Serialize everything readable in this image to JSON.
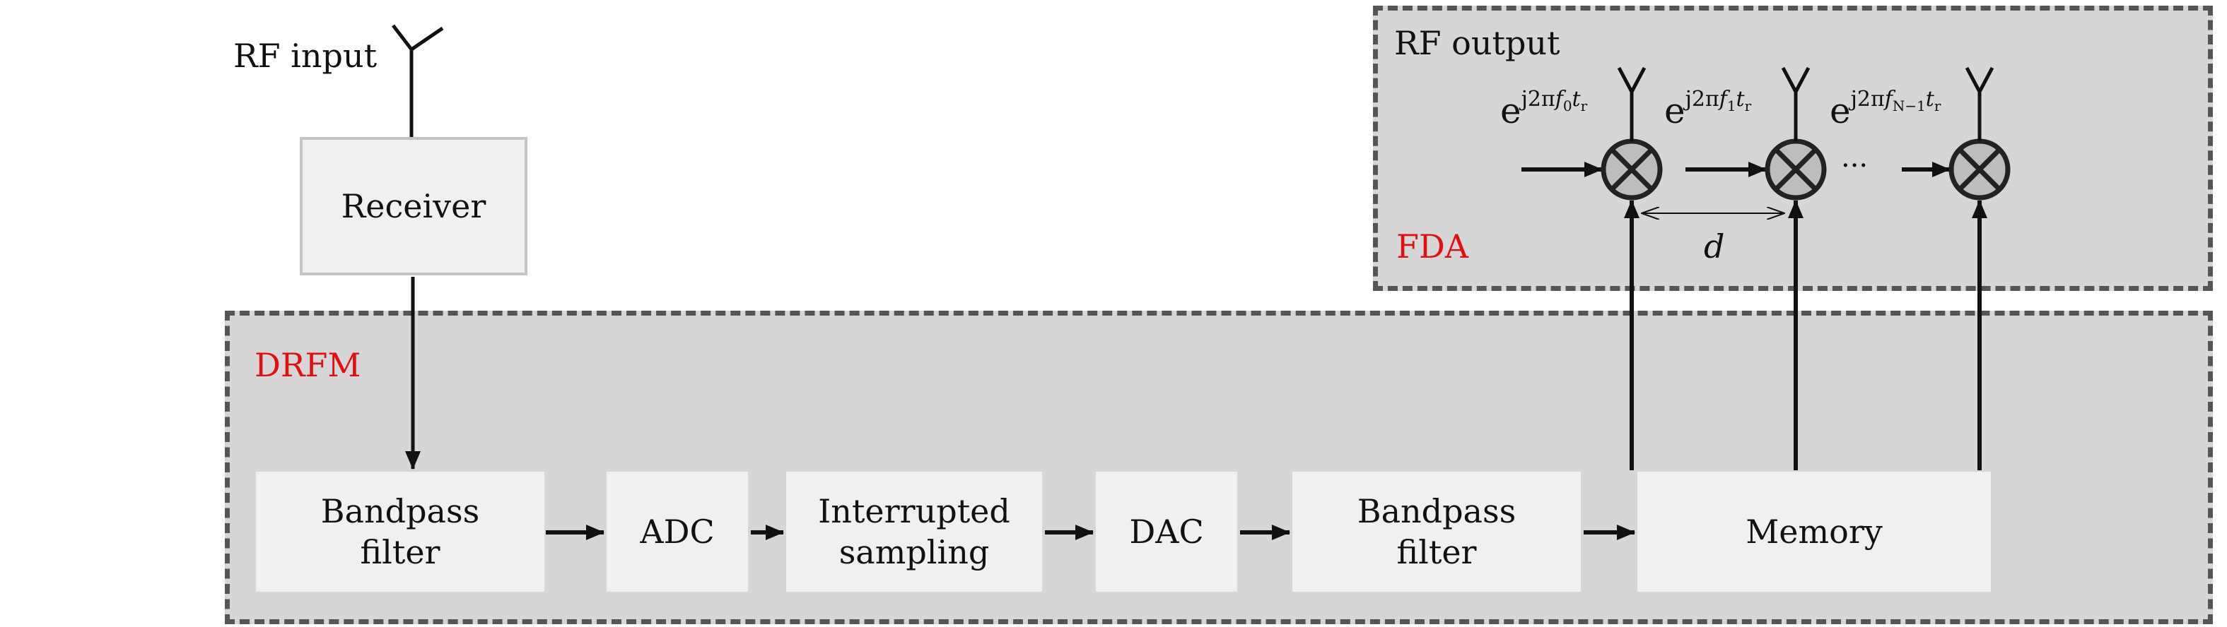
{
  "rf_input_label": "RF input",
  "rf_output_label": "RF output",
  "fda_label": "FDA",
  "drfm_label": "DRFM",
  "receiver_label": "Receiver",
  "blocks": [
    {
      "line1": "Bandpass",
      "line2": "filter"
    },
    {
      "line1": "ADC",
      "line2": ""
    },
    {
      "line1": "Interrupted",
      "line2": "sampling"
    },
    {
      "line1": "DAC",
      "line2": ""
    },
    {
      "line1": "Bandpass",
      "line2": "filter"
    },
    {
      "line1": "Memory",
      "line2": ""
    }
  ],
  "phase_terms": [
    {
      "base": "e",
      "exp_prefix": "j2π",
      "f": "f",
      "f_sub": "0",
      "t": "t",
      "t_sub": "r"
    },
    {
      "base": "e",
      "exp_prefix": "j2π",
      "f": "f",
      "f_sub": "1",
      "t": "t",
      "t_sub": "r"
    },
    {
      "base": "e",
      "exp_prefix": "j2π",
      "f": "f",
      "f_sub": "N−1",
      "t": "t",
      "t_sub": "r"
    }
  ],
  "ellipsis": "···",
  "spacing_label": "d",
  "colors": {
    "group_fill": "#d6d6d6",
    "group_border": "#555555",
    "accent_label": "#e01010",
    "block_fill": "#f0f0f0"
  }
}
